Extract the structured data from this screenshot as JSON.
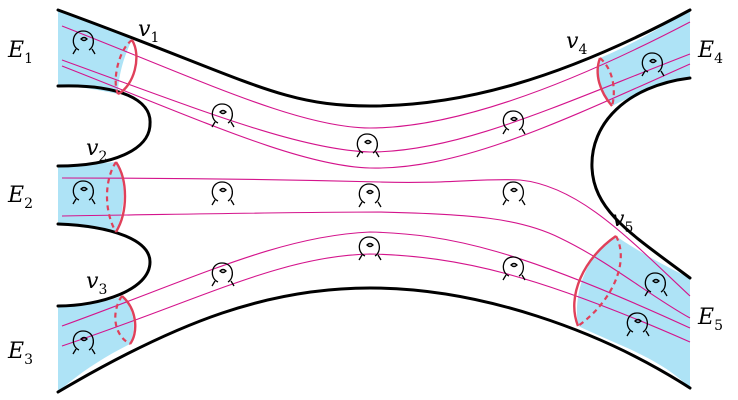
{
  "labels": {
    "E1": {
      "base": "E",
      "sub": "1"
    },
    "E2": {
      "base": "E",
      "sub": "2"
    },
    "E3": {
      "base": "E",
      "sub": "3"
    },
    "E4": {
      "base": "E",
      "sub": "4"
    },
    "E5": {
      "base": "E",
      "sub": "5"
    },
    "v1": {
      "base": "v",
      "sub": "1"
    },
    "v2": {
      "base": "v",
      "sub": "2"
    },
    "v3": {
      "base": "v",
      "sub": "3"
    },
    "v4": {
      "base": "v",
      "sub": "4"
    },
    "v5": {
      "base": "v",
      "sub": "5"
    }
  },
  "colors": {
    "end_fill": "#aee3f6",
    "strand": "#d4148c",
    "cut_curve": "#e0405a",
    "outline": "#000000"
  }
}
